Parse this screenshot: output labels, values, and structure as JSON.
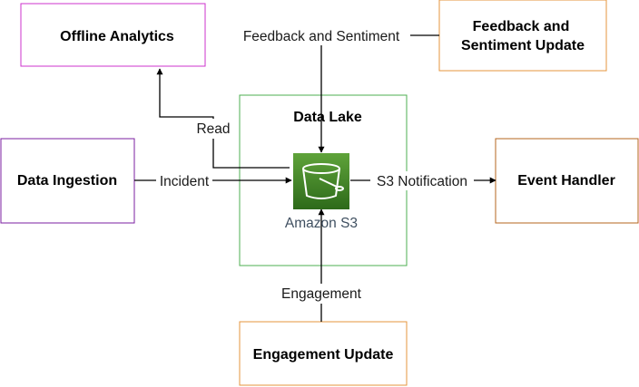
{
  "nodes": {
    "offline_analytics": {
      "title": "Offline Analytics",
      "border": "#cc33cc"
    },
    "feedback_update": {
      "title_line1": "Feedback and",
      "title_line2": "Sentiment Update",
      "border": "#e6963c"
    },
    "data_lake": {
      "title": "Data Lake",
      "border": "#4caf50"
    },
    "data_ingestion": {
      "title": "Data Ingestion",
      "border": "#7b1fa2"
    },
    "event_handler": {
      "title": "Event Handler",
      "border": "#b5651d"
    },
    "engagement_update": {
      "title": "Engagement Update",
      "border": "#e6963c"
    },
    "s3": {
      "label": "Amazon S3",
      "icon": "s3-bucket-icon",
      "fill_top": "#5fa33a",
      "fill_bottom": "#2d6a1a"
    }
  },
  "edges": {
    "feedback": "Feedback and Sentiment",
    "read": "Read",
    "incident": "Incident",
    "s3_notification": "S3 Notification",
    "engagement": "Engagement"
  }
}
